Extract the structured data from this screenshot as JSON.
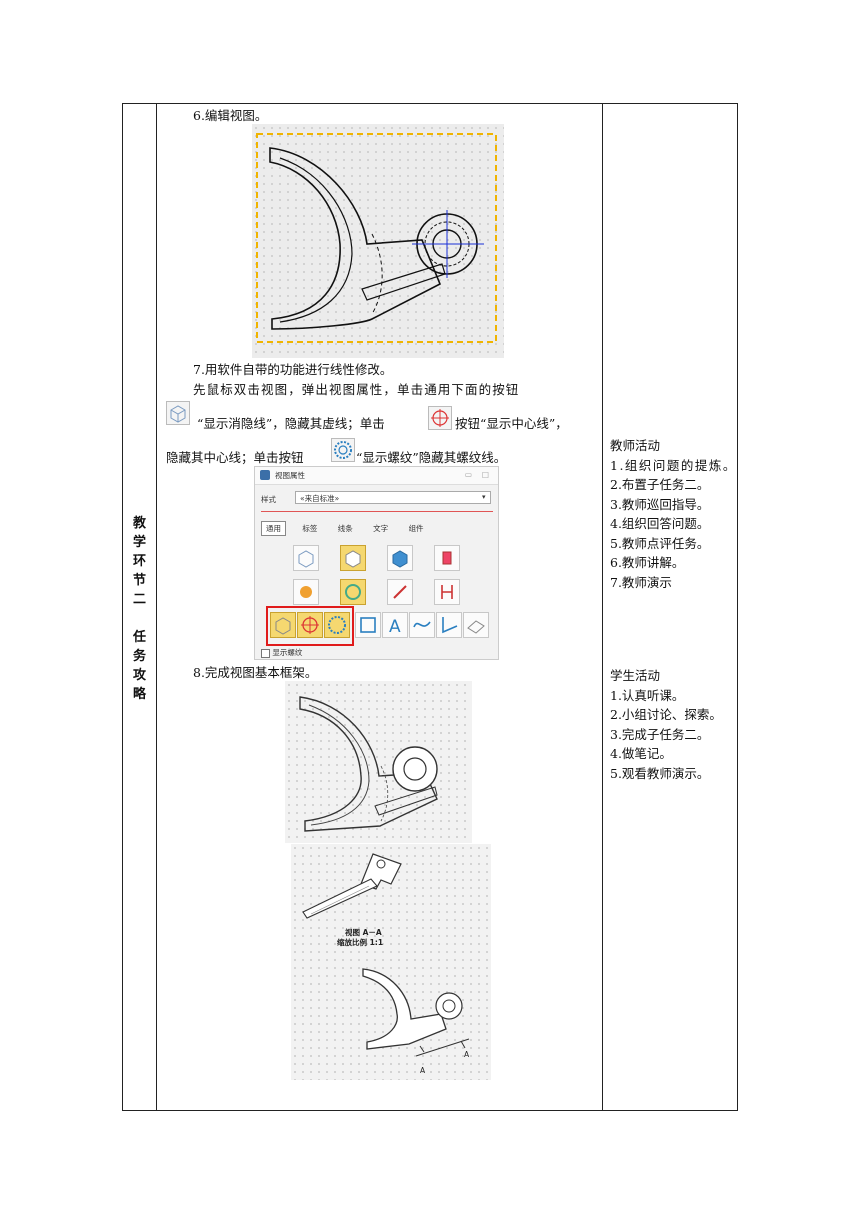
{
  "left_column": {
    "characters": [
      "教",
      "学",
      "环",
      "节",
      "二",
      "",
      "任",
      "务",
      "攻",
      "略"
    ]
  },
  "steps": {
    "step6": "6.编辑视图。",
    "step7_title": "7.用软件自带的功能进行线性修改。",
    "step7_line1": "先鼠标双击视图，弹出视图属性，单击通用下面的按钮",
    "step7_line2a": "“显示消隐线”，隐藏其虚线；单击",
    "step7_line2b": "按钮“显示中心线”，",
    "step7_line3a": "隐藏其中心线；单击按钮",
    "step7_line3b": "“显示螺纹”隐藏其螺纹线。",
    "step8": "8.完成视图基本框架。"
  },
  "icons": {
    "hidden_line_icon": "cube-wireframe-icon",
    "centerline_icon": "centerline-target-icon",
    "thread_icon": "thread-circle-icon"
  },
  "panel": {
    "title": "视图属性",
    "style_label": "样式",
    "style_value": "«来自标准»",
    "tabs": [
      "通用",
      "标签",
      "线条",
      "文字",
      "组件"
    ],
    "checkbox_label": "显示螺纹"
  },
  "drawing_labels": {
    "view_label": "视图  A－A",
    "scale_label": "缩放比例  1:1",
    "section_a1": "A",
    "section_a2": "A"
  },
  "teacher": {
    "title": "教师活动",
    "items": [
      "1.组织问题的提炼。",
      "2.布置子任务二。",
      "3.教师巡回指导。",
      "4.组织回答问题。",
      "5.教师点评任务。",
      "6.教师讲解。",
      "7.教师演示"
    ]
  },
  "student": {
    "title": "学生活动",
    "items": [
      "1.认真听课。",
      "2.小组讨论、探索。",
      "3.完成子任务二。",
      "4.做笔记。",
      "5.观看教师演示。"
    ]
  },
  "colors": {
    "selection_dash": "#f0b400",
    "centerline": "#1a2fd6",
    "red_frame": "#e01b1b",
    "panel_yellow": "#f5d870"
  }
}
